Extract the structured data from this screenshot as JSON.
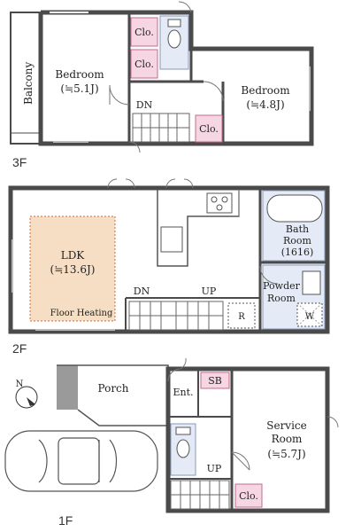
{
  "floors": {
    "f3": {
      "label": "3F",
      "balcony": "Balcony",
      "bedroom_left": "Bedroom",
      "bedroom_left_size": "(≒5.1J)",
      "bedroom_right": "Bedroom",
      "bedroom_right_size": "(≒4.8J)",
      "closet_1": "Clo.",
      "closet_2": "Clo.",
      "closet_3": "Clo.",
      "stair_down": "DN"
    },
    "f2": {
      "label": "2F",
      "ldk": "LDK",
      "ldk_size": "(≒13.6J)",
      "floor_heating": "Floor Heating",
      "bath": "Bath",
      "bath_room": "Room",
      "bath_size": "(1616)",
      "powder": "Powder",
      "powder_room": "Room",
      "stair_down": "DN",
      "stair_up": "UP",
      "refrigerator": "R",
      "washer": "W"
    },
    "f1": {
      "label": "1F",
      "porch": "Porch",
      "entrance": "Ent.",
      "shoe_box": "SB",
      "service": "Service",
      "service_room": "Room",
      "service_size": "(≒5.7J)",
      "closet": "Clo.",
      "stair_up": "UP",
      "compass_n": "N"
    }
  },
  "colors": {
    "wall": "#4a4a4a",
    "closet_fill": "#f7d6e3",
    "closet_stroke": "#c46b8d",
    "floor_heating_fill": "#f6dec4",
    "floor_heating_stroke": "#d46a3a",
    "wet_area_fill": "#e4ebf6",
    "porch_fill": "#9a9a9a"
  }
}
